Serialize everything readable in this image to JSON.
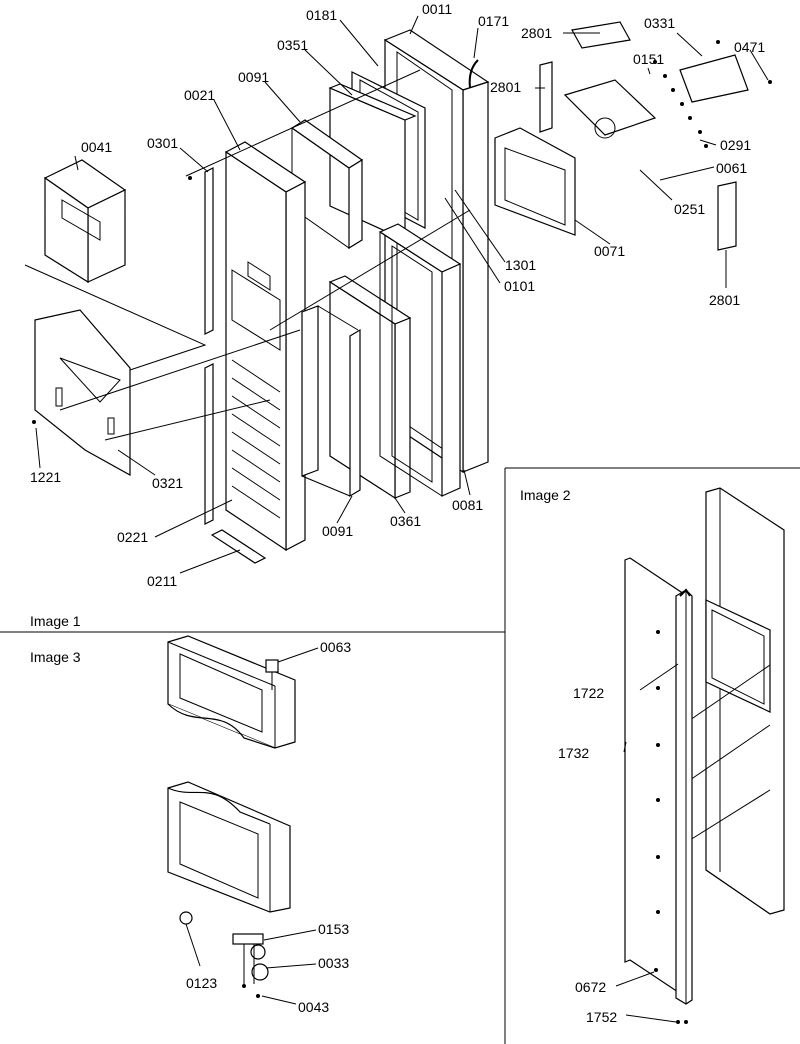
{
  "captions": {
    "image1": "Image 1",
    "image2": "Image 2",
    "image3": "Image 3"
  },
  "image1_callouts": [
    "0011",
    "0181",
    "0171",
    "0351",
    "0091",
    "0021",
    "0301",
    "0041",
    "1221",
    "0321",
    "0221",
    "0211",
    "0091",
    "0361",
    "0081",
    "1301",
    "0101",
    "2801",
    "2801",
    "2801",
    "0331",
    "0151",
    "0471",
    "0291",
    "0061",
    "0251",
    "0071"
  ],
  "image2_callouts": [
    "1722",
    "1732",
    "0672",
    "1752"
  ],
  "image3_callouts": [
    "0063",
    "0153",
    "0033",
    "0123",
    "0043"
  ]
}
